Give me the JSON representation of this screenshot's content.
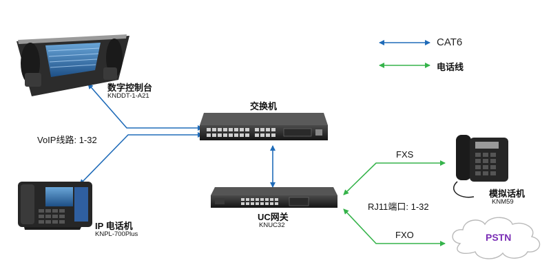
{
  "legend": {
    "cat6_label": "CAT6",
    "phone_line_label": "电话线",
    "cat6_color": "#1f6bb8",
    "phone_line_color": "#35b34a"
  },
  "nodes": {
    "console": {
      "name": "数字控制台",
      "model": "KNDDT-1-A21",
      "icon": "digital-console-icon"
    },
    "switch": {
      "name": "交换机",
      "icon": "network-switch-icon"
    },
    "ip_phone": {
      "name": "IP 电话机",
      "model": "KNPL-700Plus",
      "icon": "ip-phone-icon"
    },
    "gateway": {
      "name": "UC网关",
      "model": "KNUC32",
      "icon": "gateway-icon"
    },
    "analog_phone": {
      "name": "模拟话机",
      "model": "KNM59",
      "icon": "analog-phone-icon"
    },
    "pstn": {
      "name": "PSTN",
      "icon": "cloud-icon"
    }
  },
  "links": {
    "voip": "VoIP线路: 1-32",
    "rj11": "RJ11端口: 1-32",
    "fxs": "FXS",
    "fxo": "FXO"
  }
}
